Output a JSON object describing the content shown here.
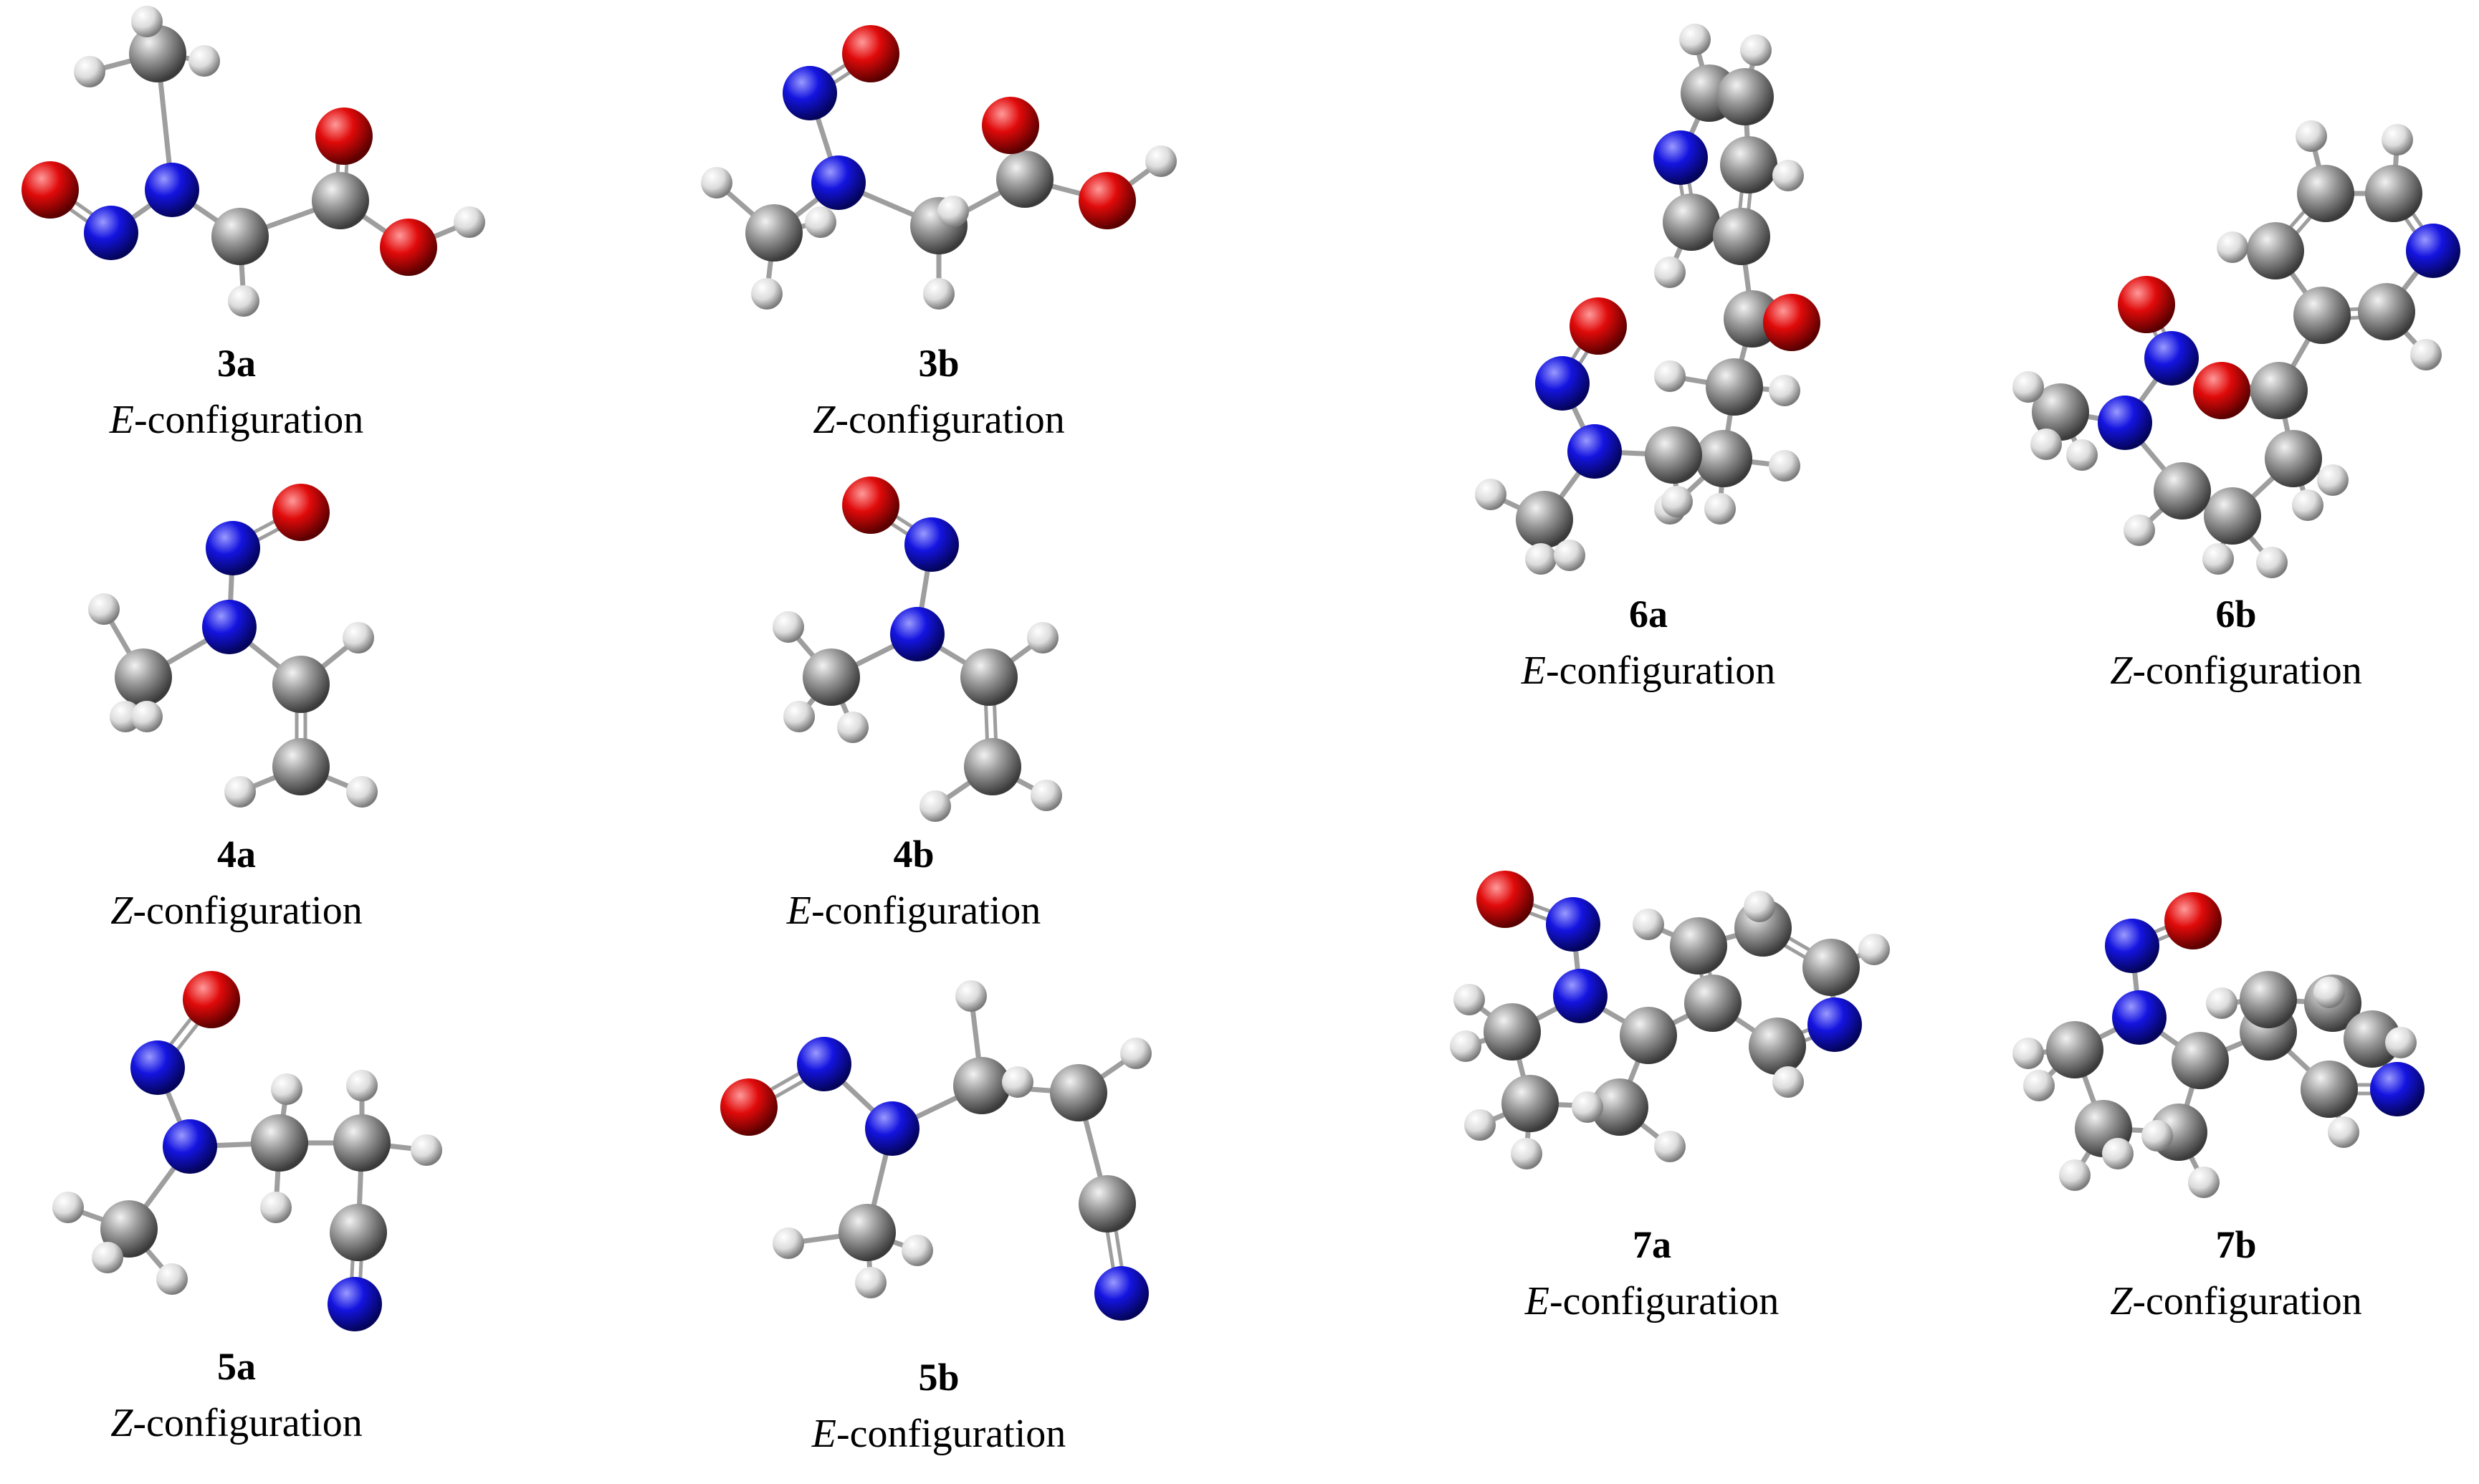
{
  "structures": [
    {
      "id": "3a",
      "prefix": "E",
      "suffix": "-configuration"
    },
    {
      "id": "3b",
      "prefix": "Z",
      "suffix": "-configuration"
    },
    {
      "id": "6a",
      "prefix": "E",
      "suffix": "-configuration"
    },
    {
      "id": "6b",
      "prefix": "Z",
      "suffix": "-configuration"
    },
    {
      "id": "4a",
      "prefix": "Z",
      "suffix": "-configuration"
    },
    {
      "id": "4b",
      "prefix": "E",
      "suffix": "-configuration"
    },
    {
      "id": "5a",
      "prefix": "Z",
      "suffix": "-configuration"
    },
    {
      "id": "5b",
      "prefix": "E",
      "suffix": "-configuration"
    },
    {
      "id": "7a",
      "prefix": "E",
      "suffix": "-configuration"
    },
    {
      "id": "7b",
      "prefix": "Z",
      "suffix": "-configuration"
    }
  ],
  "atom_colors": {
    "C": "#8c8c8c",
    "N": "#1a1ad9",
    "O": "#e01010",
    "H": "#e6e6e6"
  }
}
